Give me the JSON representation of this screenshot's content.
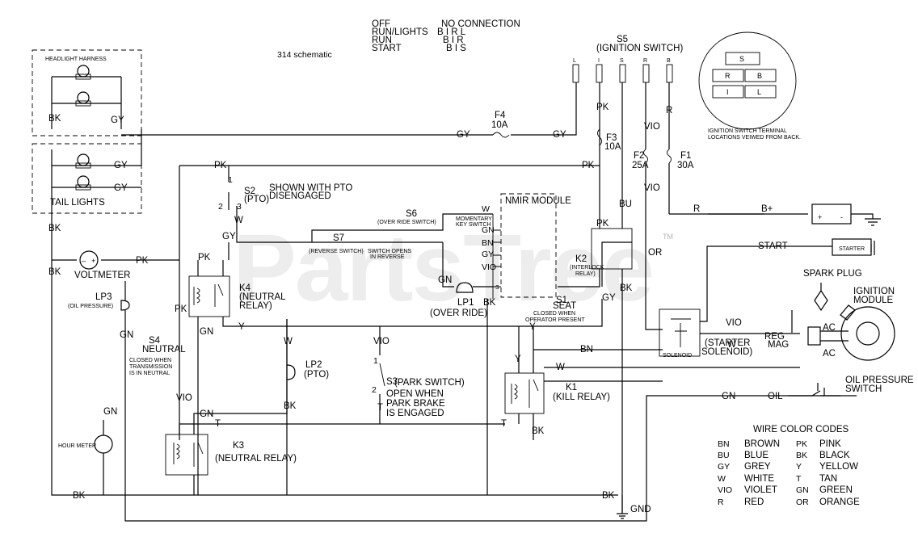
{
  "title": "314 schematic",
  "key_legend": [
    {
      "pos": "OFF",
      "conn": "NO CONNECTION"
    },
    {
      "pos": "RUN/LIGHTS",
      "conn": "B I R L"
    },
    {
      "pos": "RUN",
      "conn": "B I R"
    },
    {
      "pos": "START",
      "conn": "B I S"
    }
  ],
  "ignition_switch": {
    "name": "S5",
    "label": "(IGNITION SWITCH)",
    "terminals": [
      "L",
      "I",
      "S",
      "R",
      "B"
    ],
    "back_view_labels": [
      "S",
      "R",
      "B",
      "I",
      "L"
    ],
    "note": "IGNITION SWITCH TERMINAL LOCATIONS VEIWED FROM BACK."
  },
  "fuses": [
    {
      "name": "F4",
      "rating": "10A"
    },
    {
      "name": "F3",
      "rating": "10A"
    },
    {
      "name": "F2",
      "rating": "25A"
    },
    {
      "name": "F1",
      "rating": "30A"
    }
  ],
  "harness": {
    "headlight": "HEADLIGHT HARNESS",
    "tail": "TAIL LIGHTS"
  },
  "components": {
    "s2": "S2",
    "s2_sub": "(PTO)",
    "s2_note": "SHOWN WITH PTO",
    "s2_note2": "DISENGAGED",
    "s6": "S6",
    "s6_sub": "(OVER RIDE SWITCH)",
    "s7": "S7",
    "s7_sub": "(REVERSE SWITCH)",
    "s7_note": "SWITCH OPENS",
    "s7_note2": "IN REVERSE",
    "nmir": "NMIR MODULE",
    "momentary": "MOMENTARY",
    "momentary2": "KEY SWITCH",
    "k2": "K2",
    "k2_sub": "(INTERLOCK",
    "k2_sub2": "RELAY)",
    "voltmeter": "VOLTMETER",
    "lp3": "LP3",
    "lp3_sub": "(OIL PRESSURE)",
    "k4": "K4",
    "k4_sub": "(NEUTRAL",
    "k4_sub2": "RELAY)",
    "lp1": "LP1",
    "lp1_sub": "(OVER RIDE)",
    "s1": "S1",
    "seat": "SEAT",
    "seat_note": "CLOSED WHEN",
    "seat_note2": "OPERATOR PRESENT",
    "s4": "S4",
    "neutral": "NEUTRAL",
    "s4_note": "CLOSED WHEN",
    "s4_note2": "TRANSMISSION",
    "s4_note3": "IS IN NEUTRAL",
    "lp2": "LP2",
    "lp2_sub": "(PTO)",
    "s3": "S3",
    "s3_sub": "(PARK SWITCH)",
    "s3_note": "OPEN WHEN",
    "s3_note2": "PARK BRAKE",
    "s3_note3": "IS ENGAGED",
    "k1": "K1",
    "k1_sub": "(KILL RELAY)",
    "k3": "K3",
    "k3_sub": "(NEUTRAL RELAY)",
    "hour_meter": "HOUR METER",
    "battery": "B+",
    "start": "START",
    "starter": "STARTER",
    "spark_plug": "SPARK PLUG",
    "ignition_module": "IGNITION",
    "ignition_module2": "MODULE",
    "starter_sol": "(STARTER",
    "starter_sol2": "SOLENOID)",
    "solenoid": "SOLENOID",
    "reg": "REG",
    "ac1": "AC",
    "ac2": "AC",
    "mag": "MAG",
    "oil": "OIL",
    "oil_switch": "OIL PRESSURE",
    "oil_switch2": "SWITCH",
    "gnd": "GND"
  },
  "wire_color_codes": {
    "title": "WIRE COLOR CODES",
    "codes": [
      {
        "code": "BN",
        "name": "BROWN"
      },
      {
        "code": "PK",
        "name": "PINK"
      },
      {
        "code": "BU",
        "name": "BLUE"
      },
      {
        "code": "BK",
        "name": "BLACK"
      },
      {
        "code": "GY",
        "name": "GREY"
      },
      {
        "code": "Y",
        "name": "YELLOW"
      },
      {
        "code": "W",
        "name": "WHITE"
      },
      {
        "code": "T",
        "name": "TAN"
      },
      {
        "code": "VIO",
        "name": "VIOLET"
      },
      {
        "code": "GN",
        "name": "GREEN"
      },
      {
        "code": "R",
        "name": "RED"
      },
      {
        "code": "OR",
        "name": "ORANGE"
      }
    ]
  },
  "wire_labels": {
    "gy": "GY",
    "pk": "PK",
    "bk": "BK",
    "gn": "GN",
    "w": "W",
    "y": "Y",
    "r": "R",
    "vio": "VIO",
    "bu": "BU",
    "or": "OR",
    "t": "T",
    "bn": "BN"
  },
  "nmir_pins": [
    "W",
    "GN",
    "BN",
    "GY",
    "VIO",
    "S"
  ],
  "watermark": "PartsTree",
  "watermark_tm": "TM"
}
